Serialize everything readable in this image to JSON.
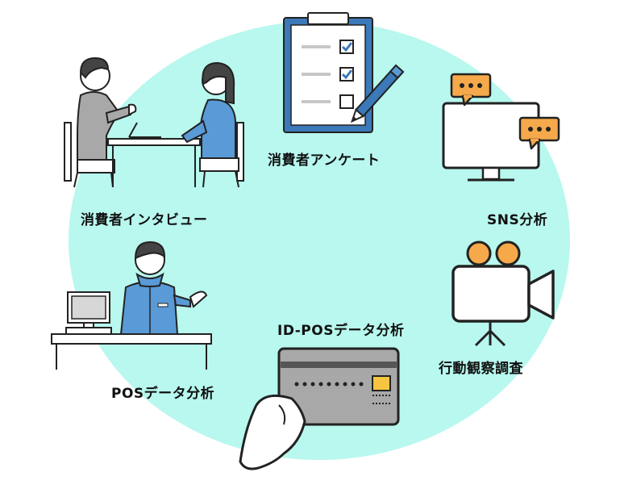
{
  "colors": {
    "circle_fill": "#b8f8ee",
    "outline": "#222222",
    "blue_primary": "#3b79b8",
    "blue_light": "#5a9ad6",
    "accent_orange": "#f5a94a",
    "gray_fill": "#a8a8a8",
    "screen_gray": "#d7d7d7"
  },
  "methods": [
    {
      "id": "survey",
      "label": "消費者アンケート",
      "icon": "clipboard-checklist-icon"
    },
    {
      "id": "interview",
      "label": "消費者インタビュー",
      "icon": "interview-meeting-icon"
    },
    {
      "id": "sns",
      "label": "SNS分析",
      "icon": "monitor-chat-bubbles-icon"
    },
    {
      "id": "idpos",
      "label": "ID-POSデータ分析",
      "icon": "hand-card-icon"
    },
    {
      "id": "behavior",
      "label": "行動観察調査",
      "icon": "video-camera-icon"
    },
    {
      "id": "pos",
      "label": "POSデータ分析",
      "icon": "cashier-register-icon"
    }
  ]
}
